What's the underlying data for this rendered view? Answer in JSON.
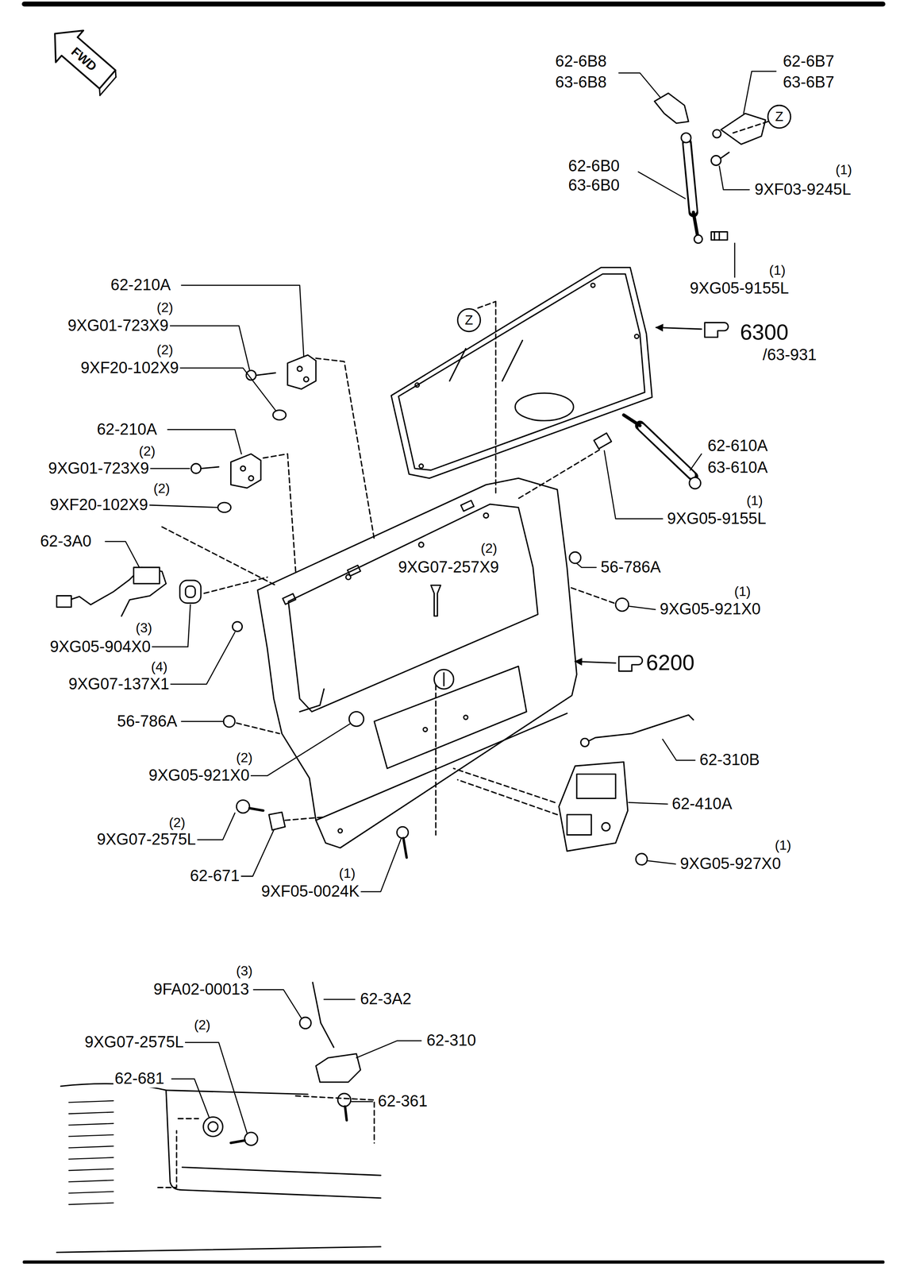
{
  "diagram": {
    "labels": [
      "FWD",
      "62-6B8",
      "63-6B8",
      "62-6B7",
      "63-6B7",
      "Z",
      "62-6B0",
      "63-6B0",
      "(1)",
      "9XF03-9245L",
      "(1)",
      "9XG05-9155L",
      "62-210A",
      "(2)",
      "9XG01-723X9",
      "Z",
      "6300",
      "/63-931",
      "(2)",
      "9XF20-102X9",
      "62-210A",
      "(2)",
      "9XG01-723X9",
      "62-610A",
      "63-610A",
      "(2)",
      "9XF20-102X9",
      "(1)",
      "9XG05-9155L",
      "62-3A0",
      "(2)",
      "9XG07-257X9",
      "56-786A",
      "(1)",
      "9XG05-921X0",
      "(3)",
      "9XG05-904X0",
      "(4)",
      "9XG07-137X1",
      "6200",
      "56-786A",
      "(2)",
      "9XG05-921X0",
      "62-310B",
      "62-410A",
      "(2)",
      "9XG07-2575L",
      "(1)",
      "9XG05-927X0",
      "62-671",
      "(1)",
      "9XF05-0024K",
      "(3)",
      "9FA02-00013",
      "62-3A2",
      "(2)",
      "9XG07-2575L",
      "62-310",
      "62-681",
      "62-361"
    ]
  }
}
